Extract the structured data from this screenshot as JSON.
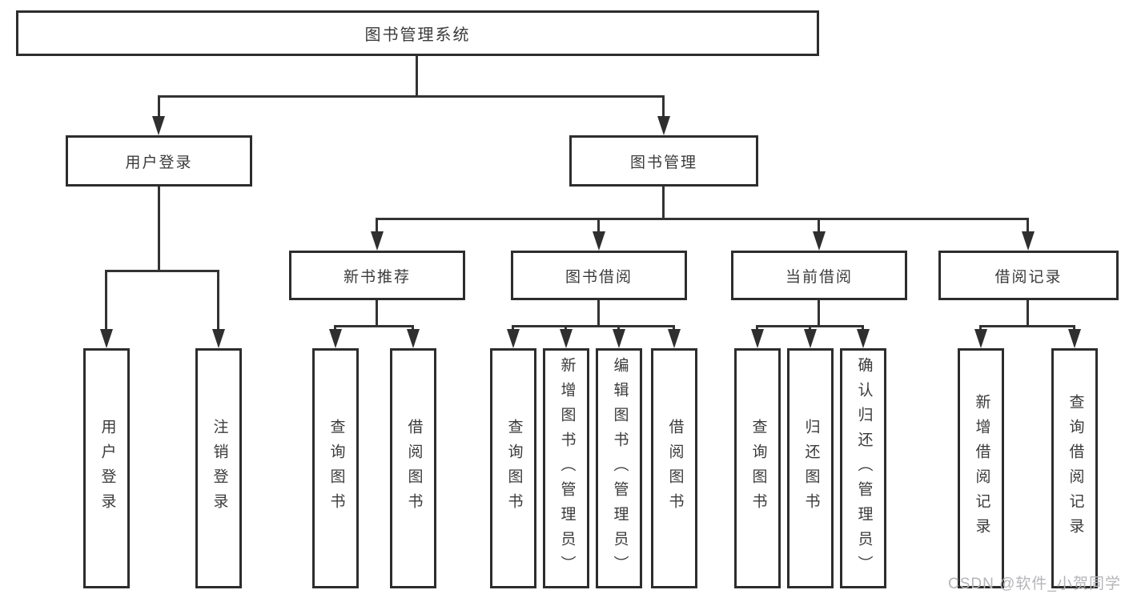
{
  "diagram": {
    "title": "图书管理系统",
    "root": {
      "label": "图书管理系统"
    },
    "level2": [
      {
        "label": "用户登录"
      },
      {
        "label": "图书管理"
      }
    ],
    "level3": [
      {
        "label": "新书推荐",
        "parent": "图书管理"
      },
      {
        "label": "图书借阅",
        "parent": "图书管理"
      },
      {
        "label": "当前借阅",
        "parent": "图书管理"
      },
      {
        "label": "借阅记录",
        "parent": "图书管理"
      }
    ],
    "leaves": [
      {
        "label": "用户登录",
        "parent": "用户登录"
      },
      {
        "label": "注销登录",
        "parent": "用户登录"
      },
      {
        "label": "查询图书",
        "parent": "新书推荐"
      },
      {
        "label": "借阅图书",
        "parent": "新书推荐"
      },
      {
        "label": "查询图书",
        "parent": "图书借阅"
      },
      {
        "label": "新增图书（管理员）",
        "parent": "图书借阅"
      },
      {
        "label": "编辑图书（管理员）",
        "parent": "图书借阅"
      },
      {
        "label": "借阅图书",
        "parent": "图书借阅"
      },
      {
        "label": "查询图书",
        "parent": "当前借阅"
      },
      {
        "label": "归还图书",
        "parent": "当前借阅"
      },
      {
        "label": "确认归还（管理员）",
        "parent": "当前借阅"
      },
      {
        "label": "新增借阅记录",
        "parent": "借阅记录"
      },
      {
        "label": "查询借阅记录",
        "parent": "借阅记录"
      }
    ]
  },
  "watermark": {
    "text": "CSDN @软件_小贺同学"
  },
  "colors": {
    "background": "#ffffff",
    "line": "#333333",
    "box_border": "#2d2d2d",
    "text": "#3b3b3b",
    "watermark": "#b5b5b9"
  }
}
